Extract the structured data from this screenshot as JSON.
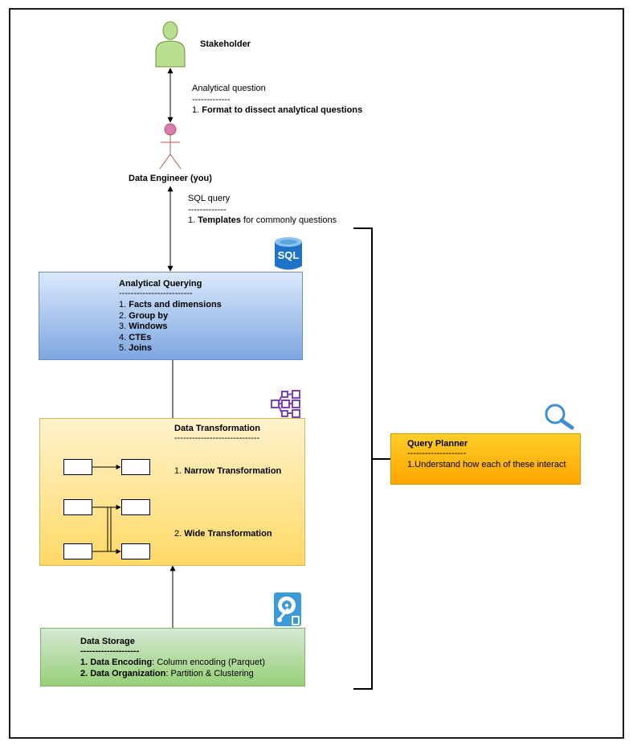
{
  "stakeholder": {
    "label": "Stakeholder"
  },
  "analytical_question": {
    "title": "Analytical question",
    "separator": "-------------",
    "item_prefix": "1.",
    "item_bold": "Format to dissect analytical questions"
  },
  "data_engineer": {
    "label": "Data Engineer (you)"
  },
  "sql_query": {
    "title": "SQL query",
    "separator": "-------------",
    "item_prefix": "1.",
    "item_bold": "Templates",
    "item_rest": "for commonly questions"
  },
  "sql_icon": {
    "text": "SQL",
    "icon": "sql-database-icon"
  },
  "analytical_querying": {
    "title": "Analytical Querying",
    "separator": "-------------------------",
    "items": [
      {
        "num": "1.",
        "label": "Facts and dimensions"
      },
      {
        "num": "2.",
        "label": "Group by"
      },
      {
        "num": "3.",
        "label": "Windows"
      },
      {
        "num": "4.",
        "label": "CTEs"
      },
      {
        "num": "5.",
        "label": "Joins"
      }
    ]
  },
  "data_transformation": {
    "title": "Data Transformation",
    "separator": "-----------------------------",
    "narrow_num": "1.",
    "narrow_label": "Narrow Transformation",
    "wide_num": "2.",
    "wide_label": "Wide Transformation"
  },
  "data_storage": {
    "title": "Data Storage",
    "separator": "--------------------",
    "items": [
      {
        "label": "1. Data Encoding",
        "rest": ": Column encoding (Parquet)"
      },
      {
        "label": "2. Data Organization",
        "rest": ": Partition & Clustering"
      }
    ]
  },
  "query_planner": {
    "title": "Query Planner",
    "separator": "--------------------",
    "item": "1.Understand how each of these interact"
  },
  "colors": {
    "stakeholder_fill": "#b9df91",
    "actor_head": "#d87db1",
    "actor_stroke": "#b85450",
    "querying_top": "#dae8fc",
    "querying_bottom": "#7ea6e0",
    "transform_top": "#fff2cc",
    "transform_bottom": "#ffd966",
    "storage_top": "#d5e8d4",
    "storage_bottom": "#97d077",
    "planner_top": "#ffcd28",
    "planner_bottom": "#ffa500",
    "sql_blue": "#1e73c8",
    "network_purple": "#7b42bc",
    "search_blue": "#3e8ed0",
    "storage_icon_blue": "#3b9bd9"
  }
}
